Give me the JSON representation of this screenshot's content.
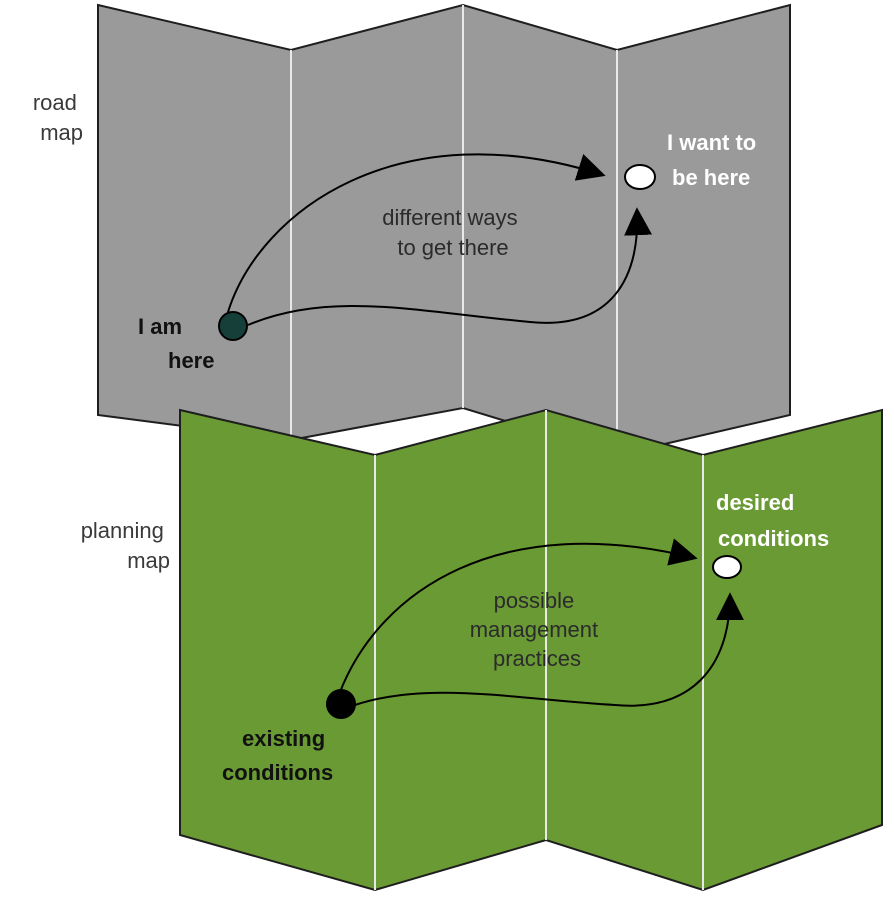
{
  "road_map": {
    "label_lines": [
      "road",
      "map"
    ],
    "start_label_lines": [
      "I am",
      "here"
    ],
    "goal_label_lines": [
      "I want to",
      "be here"
    ],
    "paths_label_lines": [
      "different ways",
      "to get there"
    ],
    "panel_color": "#9a9a9a",
    "start_marker_color": "#173f3a",
    "goal_marker_color": "#ffffff"
  },
  "planning_map": {
    "label_lines": [
      "planning",
      "map"
    ],
    "start_label_lines": [
      "existing",
      "conditions"
    ],
    "goal_label_lines": [
      "desired",
      "conditions"
    ],
    "paths_label_lines": [
      "possible",
      "management",
      "practices"
    ],
    "panel_color": "#6a9a34",
    "start_marker_color": "#000000",
    "goal_marker_color": "#ffffff"
  }
}
